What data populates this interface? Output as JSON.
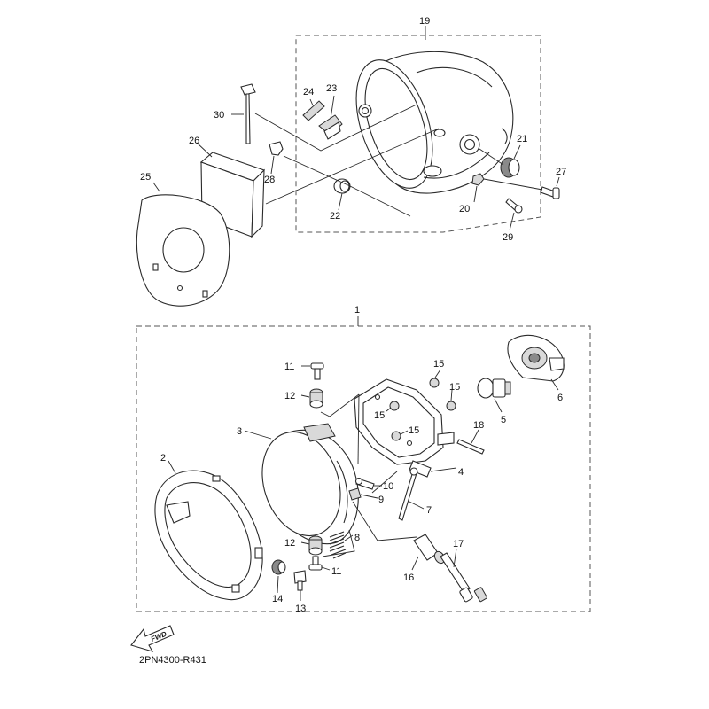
{
  "diagram": {
    "document_code": "2PN4300-R431",
    "direction_arrow": {
      "label": "FWD",
      "icon": "fwd-arrow-icon"
    },
    "callouts": [
      {
        "id": "1",
        "text": "1"
      },
      {
        "id": "2",
        "text": "2"
      },
      {
        "id": "3",
        "text": "3"
      },
      {
        "id": "4",
        "text": "4"
      },
      {
        "id": "5",
        "text": "5"
      },
      {
        "id": "6",
        "text": "6"
      },
      {
        "id": "7",
        "text": "7"
      },
      {
        "id": "8",
        "text": "8"
      },
      {
        "id": "9",
        "text": "9"
      },
      {
        "id": "10",
        "text": "10"
      },
      {
        "id": "11a",
        "text": "11"
      },
      {
        "id": "11b",
        "text": "11"
      },
      {
        "id": "12a",
        "text": "12"
      },
      {
        "id": "12b",
        "text": "12"
      },
      {
        "id": "13",
        "text": "13"
      },
      {
        "id": "14",
        "text": "14"
      },
      {
        "id": "15a",
        "text": "15"
      },
      {
        "id": "15b",
        "text": "15"
      },
      {
        "id": "15c",
        "text": "15"
      },
      {
        "id": "15d",
        "text": "15"
      },
      {
        "id": "16",
        "text": "16"
      },
      {
        "id": "17",
        "text": "17"
      },
      {
        "id": "18",
        "text": "18"
      },
      {
        "id": "19",
        "text": "19"
      },
      {
        "id": "20",
        "text": "20"
      },
      {
        "id": "21",
        "text": "21"
      },
      {
        "id": "22",
        "text": "22"
      },
      {
        "id": "23",
        "text": "23"
      },
      {
        "id": "24",
        "text": "24"
      },
      {
        "id": "25",
        "text": "25"
      },
      {
        "id": "26",
        "text": "26"
      },
      {
        "id": "27",
        "text": "27"
      },
      {
        "id": "28",
        "text": "28"
      },
      {
        "id": "29",
        "text": "29"
      },
      {
        "id": "30",
        "text": "30"
      }
    ]
  }
}
